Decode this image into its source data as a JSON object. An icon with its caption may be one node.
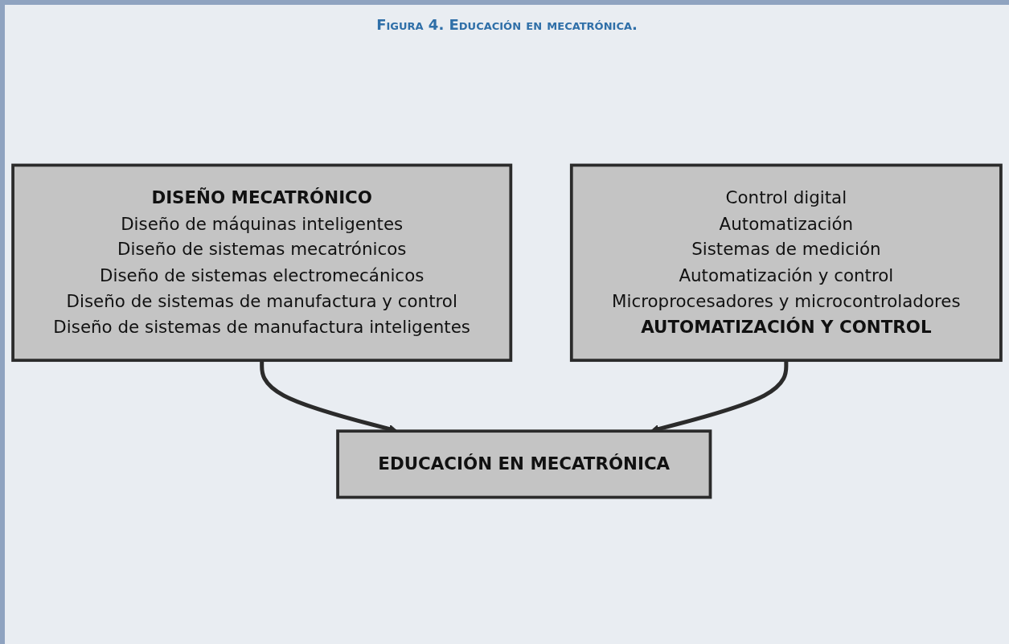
{
  "diagram": {
    "title": "Figura 4. Educación en mecatrónica.",
    "nodes": [
      {
        "text": [
          "DISEÑO MECATRÓNICO",
          "Diseño de máquinas inteligentes",
          "Diseño de sistemas mecatrónicos",
          "Diseño de sistemas electromecánicos",
          "Diseño de sistemas de manufactura y control",
          "Diseño de sistemas de manufactura inteligentes"
        ]
      },
      {
        "text": [
          "EDUCACIÓN EN MECATRÓNICA"
        ]
      },
      {
        "text": [
          "Control digital",
          "Automatización",
          "Sistemas de medición",
          "Automatización y control",
          "Microprocesadores y microcontroladores",
          "AUTOMATIZACIÓN Y CONTROL"
        ]
      }
    ],
    "edges": [
      {
        "from": 0,
        "to": 1,
        "arrow": "to"
      },
      {
        "from": 2,
        "to": 1,
        "arrow": "to"
      }
    ]
  }
}
